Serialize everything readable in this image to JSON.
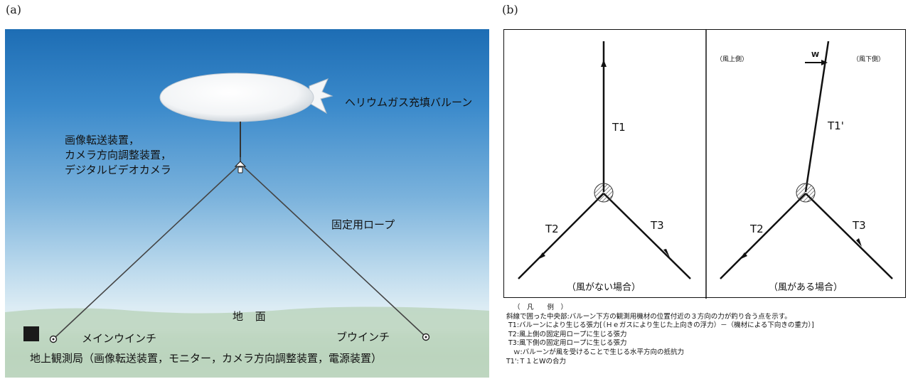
{
  "panel_a": {
    "label": "(a)",
    "balloon_label": "ヘリウムガス充填バルーン",
    "equipment_lines": [
      "画像転送装置，",
      "カメラ方向調整装置，",
      "デジタルビデオカメラ"
    ],
    "rope_label": "固定用ロープ",
    "ground_label": "地 面",
    "main_winch_label": "メインウインチ",
    "bow_winch_label": "ブウインチ",
    "station_label": "地上観測局（画像転送装置，モニター，カメラ方向調整装置，電源装置）"
  },
  "panel_b": {
    "label": "(b)",
    "left_diagram": {
      "t1": "T1",
      "t2": "T2",
      "t3": "T3",
      "caption": "（風がない場合）"
    },
    "right_diagram": {
      "windward": "（風上側）",
      "leeward": "（風下側）",
      "w": "W",
      "t1prime": "T1'",
      "t2": "T2",
      "t3": "T3",
      "caption": "（風がある場合）"
    }
  },
  "legend": {
    "heading": "（　凡　　例　）",
    "line1": "斜線で囲った中央部:バルーン下方の観測用機材の位置付近の３方向の力が釣り合う点を示す。",
    "line2": "T1:バルーンにより生じる張力[（Ｈｅガスにより生じた上向きの浮力）－（機材による下向きの重力）]",
    "line3": "T2:風上側の固定用ロープに生じる張力",
    "line4": "T3:風下側の固定用ロープに生じる張力",
    "line5": "ｗ:バルーンが風を受けることで生じる水平方向の抵抗力",
    "line6": "T1':Ｔ１とWの合力"
  }
}
